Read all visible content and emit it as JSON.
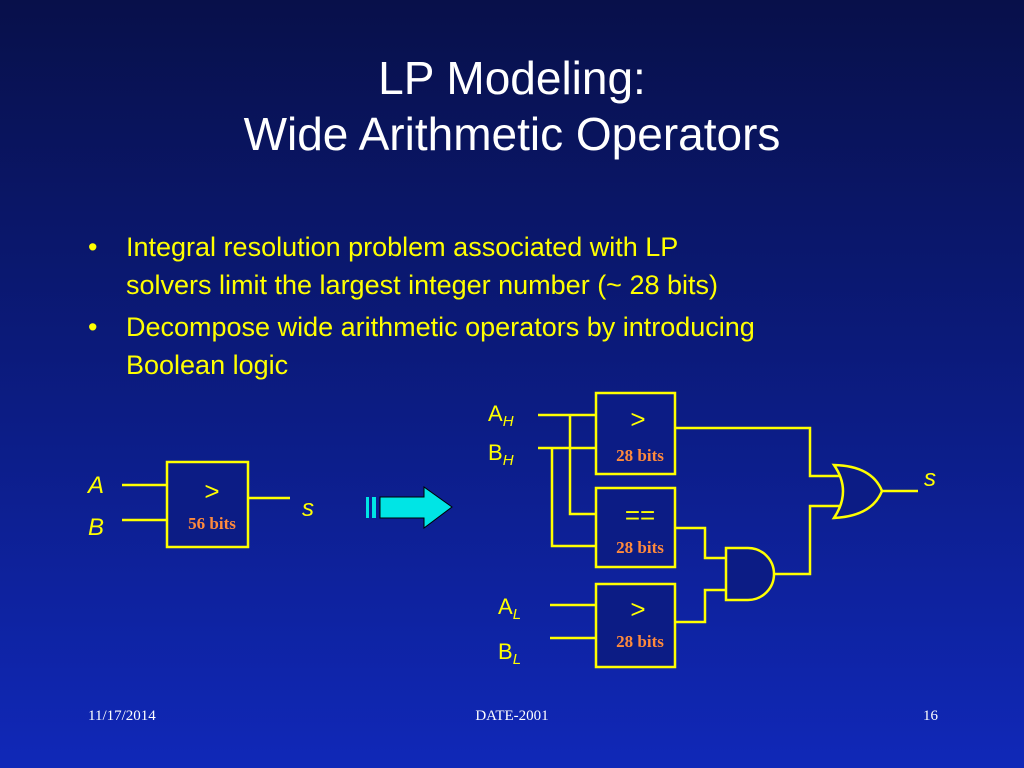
{
  "title": {
    "line1": "LP Modeling:",
    "line2": "Wide Arithmetic Operators"
  },
  "bullets": [
    {
      "line1": "Integral resolution problem associated with LP",
      "line2": "solvers limit the largest integer number (~ 28 bits)"
    },
    {
      "line1": "Decompose wide arithmetic operators by introducing",
      "line2": "Boolean logic"
    }
  ],
  "bullet_symbol": "•",
  "diagram": {
    "left": {
      "input_a": "A",
      "input_b": "B",
      "op": ">",
      "width": "56 bits",
      "output": "s"
    },
    "right": {
      "a_high": {
        "base": "A",
        "sub": "H"
      },
      "b_high": {
        "base": "B",
        "sub": "H"
      },
      "a_low": {
        "base": "A",
        "sub": "L"
      },
      "b_low": {
        "base": "B",
        "sub": "L"
      },
      "comparator_high": {
        "op": ">",
        "width": "28 bits"
      },
      "comparator_equal": {
        "op": "==",
        "width": "28 bits"
      },
      "comparator_low": {
        "op": ">",
        "width": "28 bits"
      },
      "output": "s"
    }
  },
  "colors": {
    "wire": "#ffff00",
    "label": "#ffff00",
    "bits": "#ff8a3c",
    "arrow": "#00e5e5"
  },
  "footer": {
    "date": "11/17/2014",
    "center": "DATE-2001",
    "page": "16"
  }
}
